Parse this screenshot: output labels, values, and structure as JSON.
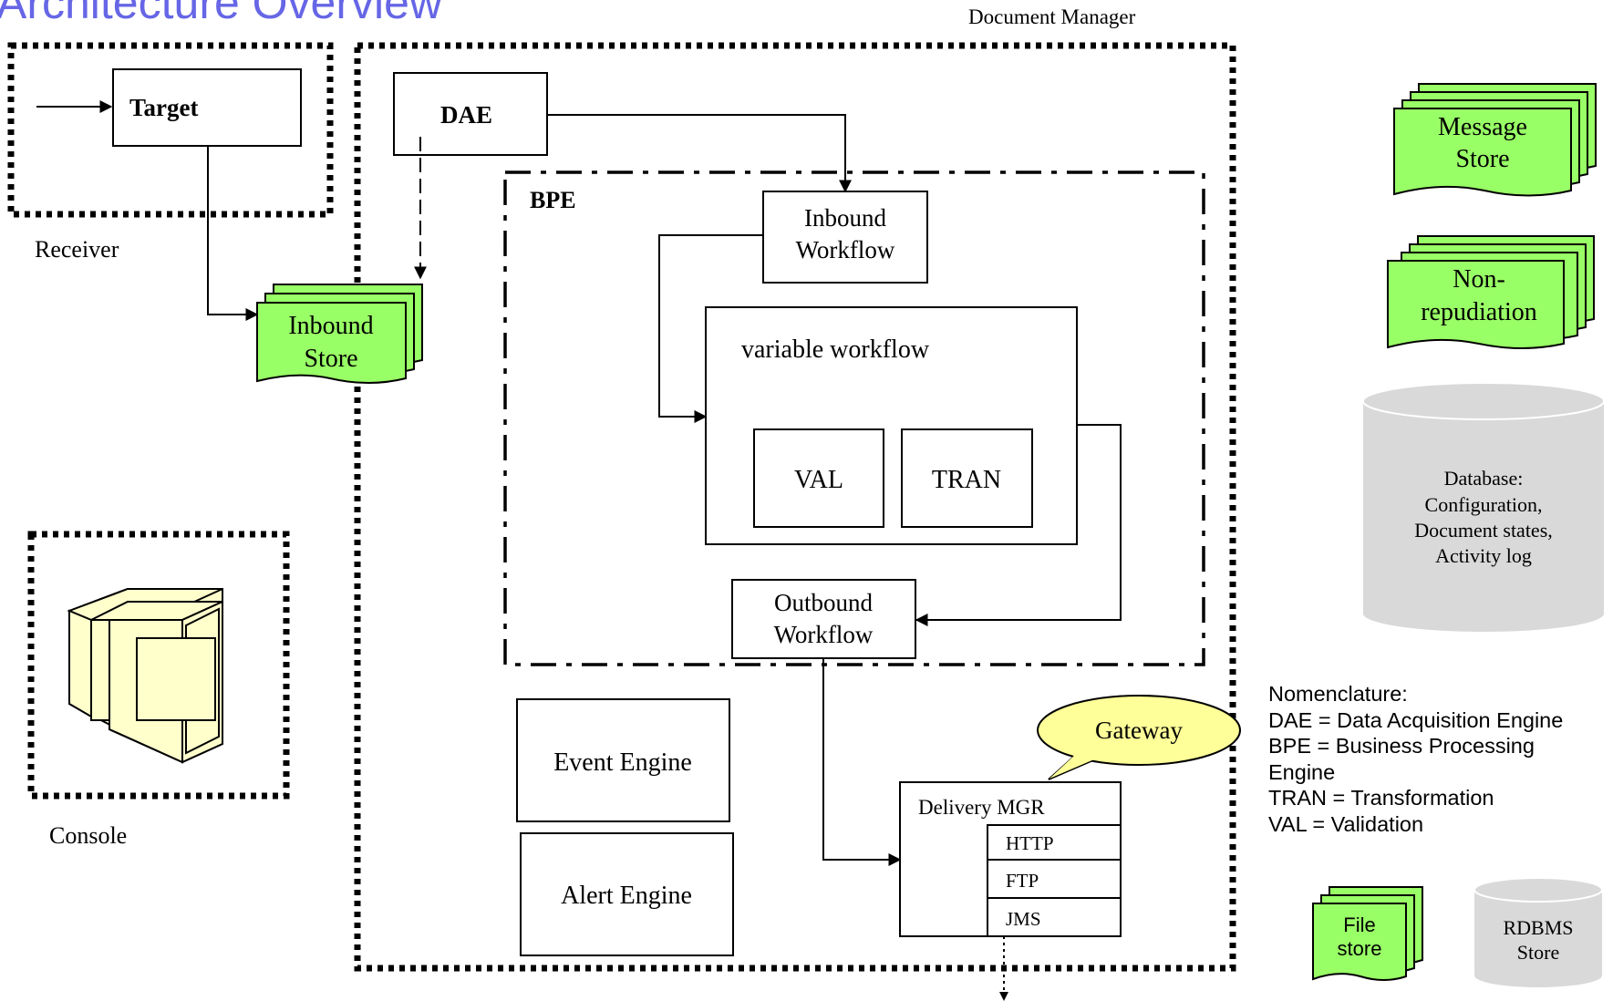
{
  "title": "Architecture Overview",
  "document_manager_label": "Document Manager",
  "receiver": {
    "label": "Receiver",
    "target": "Target"
  },
  "console": {
    "label": "Console"
  },
  "dae": "DAE",
  "bpe": {
    "label": "BPE",
    "inbound_workflow": [
      "Inbound",
      "Workflow"
    ],
    "variable_workflow": "variable workflow",
    "val": "VAL",
    "tran": "TRAN",
    "outbound_workflow": [
      "Outbound",
      "Workflow"
    ]
  },
  "inbound_store": [
    "Inbound",
    "Store"
  ],
  "event_engine": "Event Engine",
  "alert_engine": "Alert Engine",
  "gateway": "Gateway",
  "delivery": {
    "title": "Delivery MGR",
    "protocols": [
      "HTTP",
      "FTP",
      "JMS"
    ]
  },
  "message_store": [
    "Message",
    "Store"
  ],
  "non_repudiation": [
    "Non-",
    "repudiation"
  ],
  "database": [
    "Database:",
    "Configuration,",
    "Document states,",
    "Activity log"
  ],
  "nomenclature": {
    "heading": "Nomenclature:",
    "lines": [
      "DAE = Data Acquisition Engine",
      "BPE = Business Processing Engine",
      "TRAN = Transformation",
      "VAL = Validation"
    ]
  },
  "file_store": [
    "File",
    "store"
  ],
  "rdbms_store": [
    "RDBMS",
    "Store"
  ],
  "colors": {
    "store_green": "#99ff66",
    "cylinder_gray": "#d9d9d9",
    "gateway_yellow": "#ffff99",
    "console_yellow": "#ffffcc",
    "title_blue": "#6666e6"
  }
}
